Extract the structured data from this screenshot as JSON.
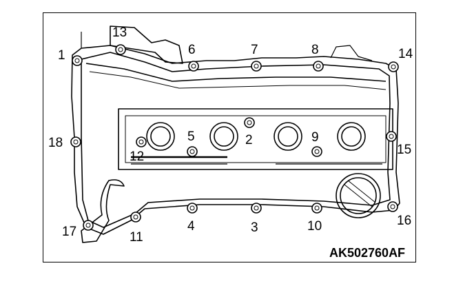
{
  "figure": {
    "code": "AK502760AF",
    "bolt_labels": [
      "1",
      "2",
      "3",
      "4",
      "5",
      "6",
      "7",
      "8",
      "9",
      "10",
      "11",
      "12",
      "13",
      "14",
      "15",
      "16",
      "17",
      "18"
    ]
  },
  "colors": {
    "line": "#000000",
    "background": "#ffffff"
  }
}
